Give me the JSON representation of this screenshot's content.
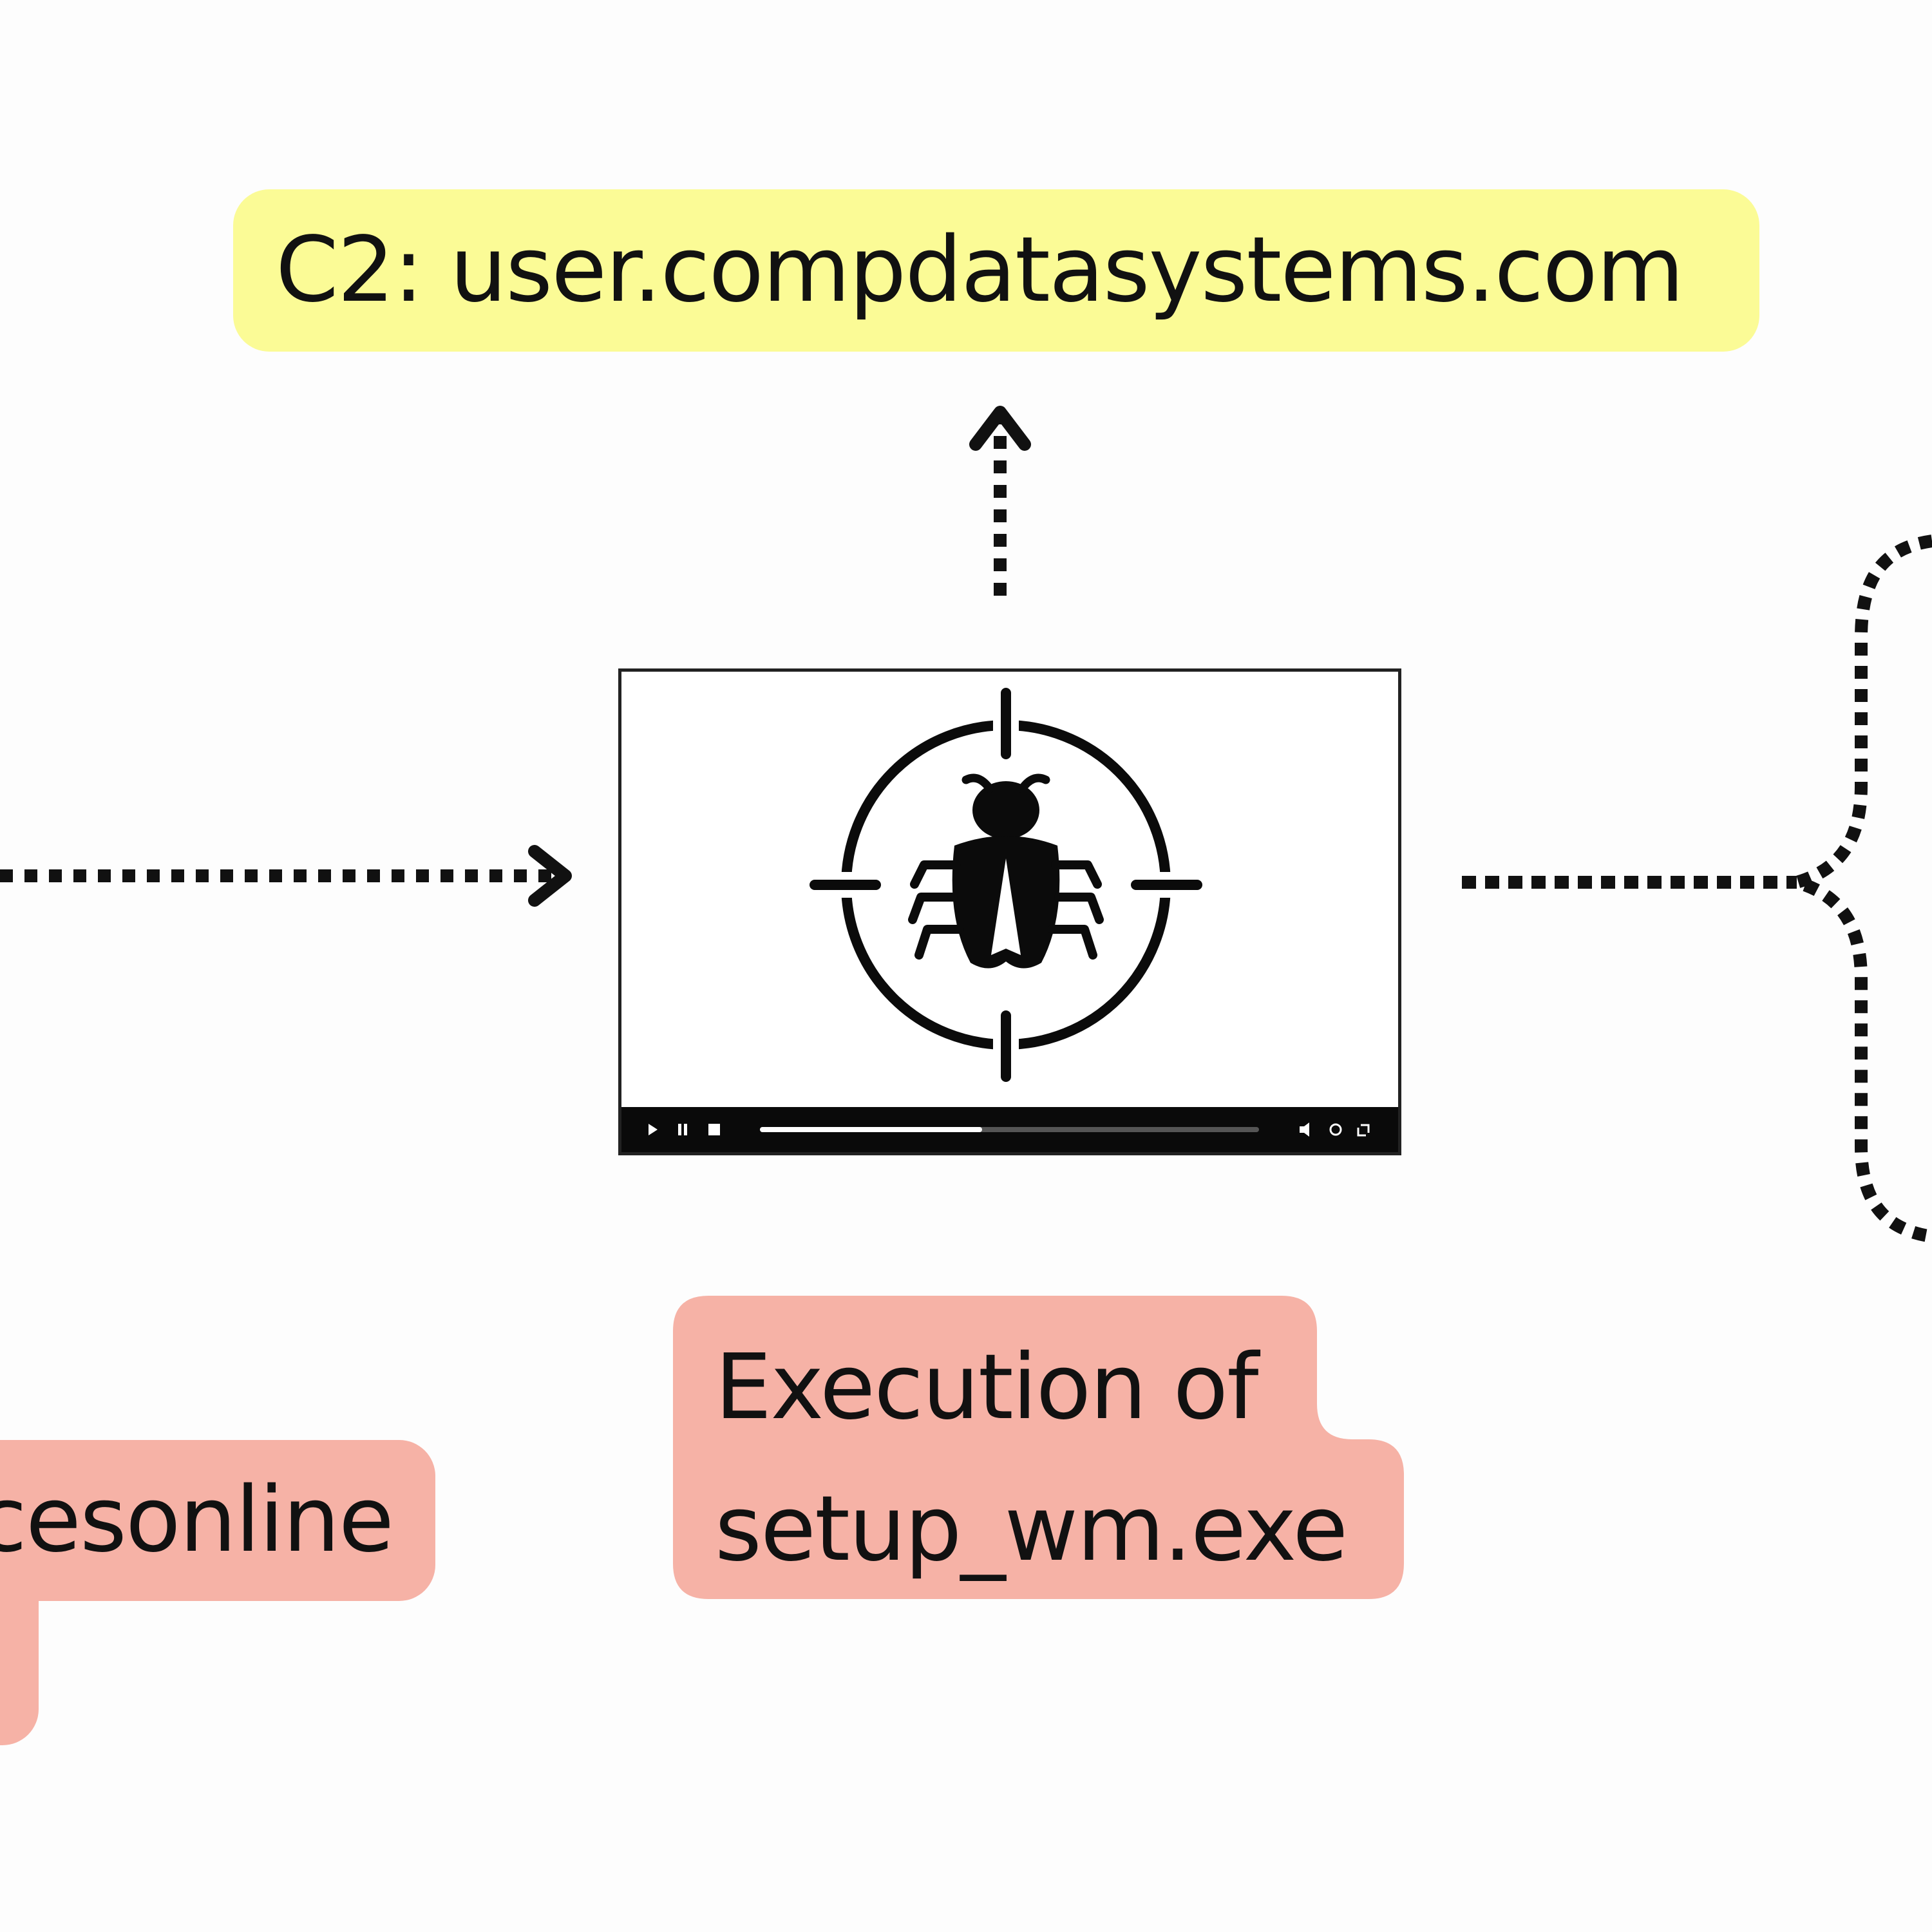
{
  "diagram": {
    "c2_label": "C2: user.compdatasystems.com",
    "left_label": "cesonline",
    "execution_label": {
      "line1": "Execution of",
      "line2": "setup_wm.exe"
    },
    "icons": {
      "center": "bug-target-icon",
      "frame": "video-player-frame"
    },
    "colors": {
      "c2_highlight": "#fbfb96",
      "red_highlight": "#f6b2a6",
      "ink": "#111111",
      "background": "#fdfdfd"
    }
  }
}
